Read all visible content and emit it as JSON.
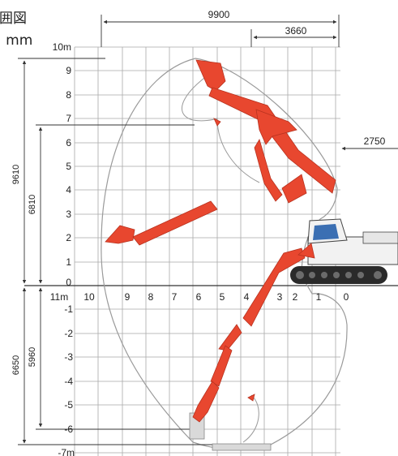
{
  "header": {
    "title_fragment": "囲図",
    "unit_fragment": ": mm"
  },
  "dimensions": {
    "top_width": "9900",
    "top_inner": "3660",
    "right_offset": "2750",
    "left_height_outer": "9610",
    "left_height_inner": "6810",
    "left_depth_outer": "6650",
    "left_depth_inner": "5960"
  },
  "axes": {
    "y_top_label": "10m",
    "y_positive": [
      "9",
      "8",
      "7",
      "6",
      "5",
      "4",
      "3",
      "2",
      "1",
      "0"
    ],
    "y_negative": [
      "-1",
      "-2",
      "-3",
      "-4",
      "-5",
      "-6"
    ],
    "y_bottom_label": "-7m",
    "x_first_label": "11m",
    "x_labels": [
      "10",
      "9",
      "8",
      "7",
      "6",
      "5",
      "4",
      "3",
      "2",
      "1",
      "0"
    ]
  },
  "colors": {
    "boom": "#e8472f",
    "boom_dark": "#b8321f",
    "body": "#f2f2f2",
    "cab_window": "#3b6fb3",
    "track": "#2a2a2a",
    "grid": "#a9a9a9",
    "envelope": "#9a9a9a"
  },
  "icons": {
    "machine": "excavator-icon"
  }
}
